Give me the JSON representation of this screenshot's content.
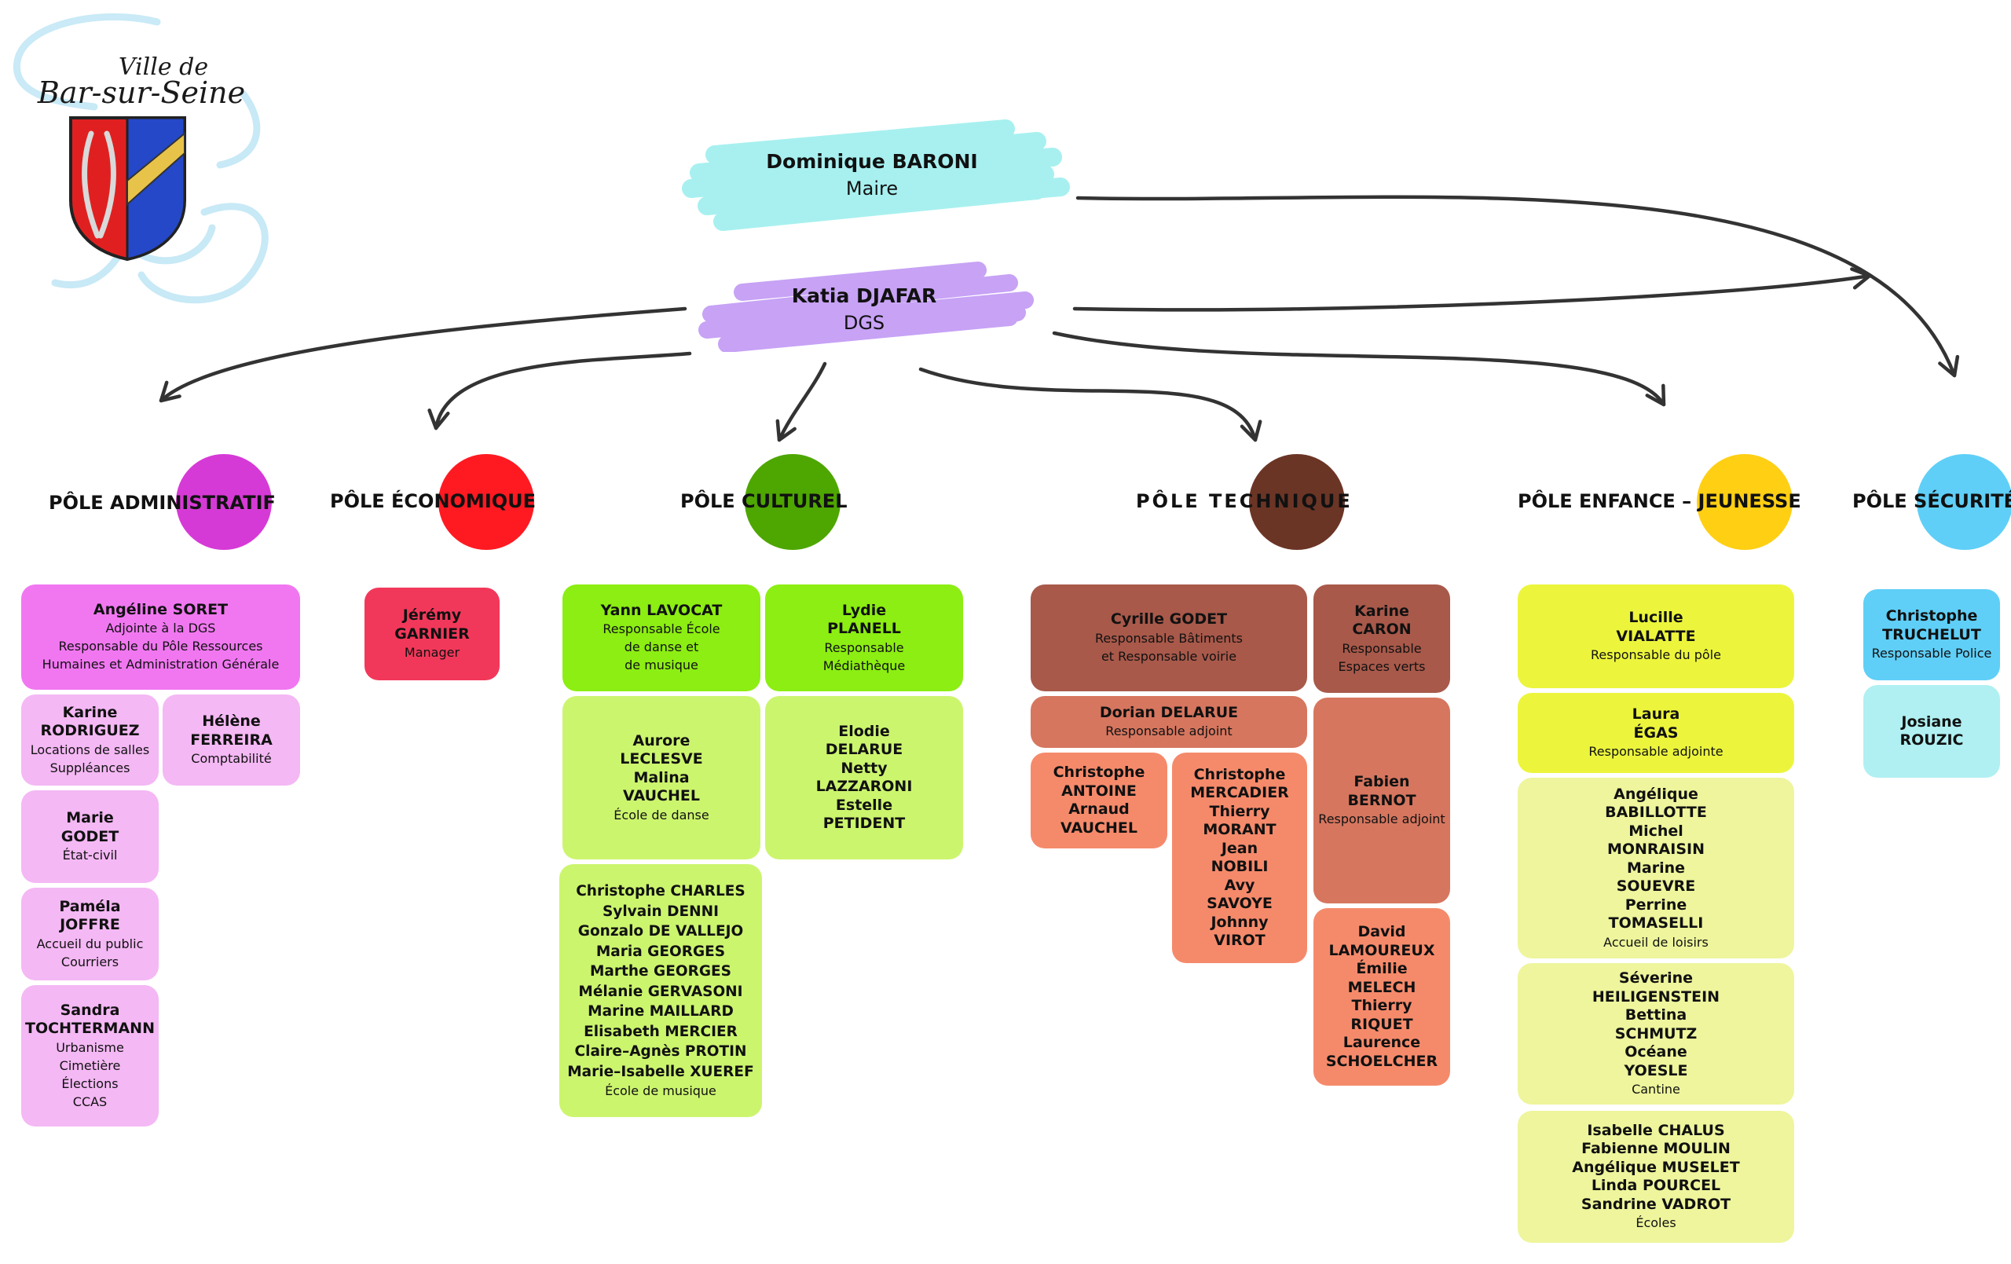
{
  "logo": {
    "line1": "Ville de",
    "line2": "Bar-sur-Seine"
  },
  "heads": [
    {
      "id": "maire",
      "name": "Dominique BARONI",
      "role": "Maire",
      "color": "#a8f0f0"
    },
    {
      "id": "dgs",
      "name": "Katia DJAFAR",
      "role": "DGS",
      "color": "#c7a2f5"
    }
  ],
  "poles": [
    {
      "id": "administratif",
      "title": "PÔLE ADMINISTRATIF",
      "color": "#d63ad6"
    },
    {
      "id": "economique",
      "title": "PÔLE ÉCONOMIQUE",
      "color": "#ff1a22"
    },
    {
      "id": "culturel",
      "title": "PÔLE CULTUREL",
      "color": "#4ea600"
    },
    {
      "id": "technique",
      "title": "PÔLE TECHNIQUE",
      "color": "#6b3526"
    },
    {
      "id": "enfance",
      "title": "PÔLE ENFANCE – JEUNESSE",
      "color": "#ffcf14"
    },
    {
      "id": "securite",
      "title": "PÔLE SÉCURITÉ",
      "color": "#5fcff7"
    }
  ],
  "boxes": [
    {
      "id": "soret",
      "name": "Angéline SORET",
      "role": "Adjointe à la DGS\nResponsable du Pôle Ressources\nHumaines et Administration Générale",
      "color": "#f177f1"
    },
    {
      "id": "rodriguez",
      "name": "Karine\nRODRIGUEZ",
      "role": "Locations de salles\nSuppléances",
      "color": "#f4b8f4"
    },
    {
      "id": "ferreira",
      "name": "Hélène\nFERREIRA",
      "role": "Comptabilité",
      "color": "#f4b8f4"
    },
    {
      "id": "godet-marie",
      "name": "Marie\nGODET",
      "role": "État-civil",
      "color": "#f4b8f4"
    },
    {
      "id": "joffre",
      "name": "Paméla\nJOFFRE",
      "role": "Accueil du public\nCourriers",
      "color": "#f4b8f4"
    },
    {
      "id": "tochtermann",
      "name": "Sandra\nTOCHTERMANN",
      "role": "Urbanisme\nCimetière\nÉlections\nCCAS",
      "color": "#f4b8f4"
    },
    {
      "id": "garnier",
      "name": "Jérémy\nGARNIER",
      "role": "Manager",
      "color": "#f2385a"
    },
    {
      "id": "lavocat",
      "name": "Yann LAVOCAT",
      "role": "Responsable École\nde danse et\nde musique",
      "color": "#8cee12"
    },
    {
      "id": "planell",
      "name": "Lydie\nPLANELL",
      "role": "Responsable\nMédiathèque",
      "color": "#8cee12"
    },
    {
      "id": "danse",
      "name": "Aurore\nLECLESVE\nMalina\nVAUCHEL",
      "role": "École de danse",
      "color": "#ccf56e"
    },
    {
      "id": "mediatheque",
      "name": "Elodie\nDELARUE\nNetty\nLAZZARONI\nEstelle\nPETIDENT",
      "role": "",
      "color": "#ccf56e"
    },
    {
      "id": "musique",
      "name": "Christophe CHARLES\nSylvain DENNI\nGonzalo DE VALLEJO\nMaria GEORGES\nMarthe GEORGES\nMélanie GERVASONI\nMarine MAILLARD\nElisabeth MERCIER\nClaire–Agnès PROTIN\nMarie–Isabelle XUEREF",
      "role": "École de musique",
      "color": "#ccf56e"
    },
    {
      "id": "godet-cyrille",
      "name": "Cyrille GODET",
      "role": "Responsable Bâtiments\net Responsable voirie",
      "color": "#a8594a"
    },
    {
      "id": "caron",
      "name": "Karine\nCARON",
      "role": "Responsable\nEspaces verts",
      "color": "#a8594a"
    },
    {
      "id": "delarue",
      "name": "Dorian DELARUE",
      "role": "Responsable adjoint",
      "color": "#d6765f"
    },
    {
      "id": "bernot",
      "name": "Fabien\nBERNOT",
      "role": "Responsable adjoint",
      "color": "#d6765f"
    },
    {
      "id": "antoine",
      "name": "Christophe\nANTOINE\nArnaud\nVAUCHEL",
      "role": "",
      "color": "#f58a6b"
    },
    {
      "id": "mercadier",
      "name": "Christophe\nMERCADIER\nThierry\nMORANT\nJean\nNOBILI\nAvy\nSAVOYE\nJohnny\nVIROT",
      "role": "",
      "color": "#f58a6b"
    },
    {
      "id": "lamoureux",
      "name": "David\nLAMOUREUX\nÉmilie\nMELECH\nThierry\nRIQUET\nLaurence\nSCHOELCHER",
      "role": "",
      "color": "#f58a6b"
    },
    {
      "id": "vialatte",
      "name": "Lucille\nVIALATTE",
      "role": "Responsable du pôle",
      "color": "#ecf53c"
    },
    {
      "id": "egas",
      "name": "Laura\nÉGAS",
      "role": "Responsable adjointe",
      "color": "#ecf53c"
    },
    {
      "id": "loisirs",
      "name": "Angélique\nBABILLOTTE\nMichel\nMONRAISIN\nMarine\nSOUEVRE\nPerrine\nTOMASELLI",
      "role": "Accueil de loisirs",
      "color": "#eef59c"
    },
    {
      "id": "cantine",
      "name": "Séverine\nHEILIGENSTEIN\nBettina\nSCHMUTZ\nOcéane\nYOESLE",
      "role": "Cantine",
      "color": "#eef59c"
    },
    {
      "id": "ecoles",
      "name": "Isabelle CHALUS\nFabienne MOULIN\nAngélique MUSELET\nLinda POURCEL\nSandrine VADROT",
      "role": "Écoles",
      "color": "#eef59c"
    },
    {
      "id": "truchelut",
      "name": "Christophe\nTRUCHELUT",
      "role": "Responsable Police",
      "color": "#5fcff7"
    },
    {
      "id": "rouzic",
      "name": "Josiane\nROUZIC",
      "role": "",
      "color": "#b0f0f2"
    }
  ]
}
